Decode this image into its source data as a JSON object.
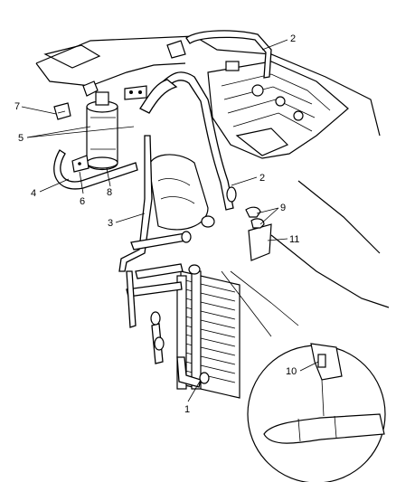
{
  "callouts": [
    {
      "id": "c1",
      "text": "1"
    },
    {
      "id": "c2a",
      "text": "2"
    },
    {
      "id": "c2b",
      "text": "2"
    },
    {
      "id": "c3",
      "text": "3"
    },
    {
      "id": "c4",
      "text": "4"
    },
    {
      "id": "c5",
      "text": "5"
    },
    {
      "id": "c6",
      "text": "6"
    },
    {
      "id": "c7",
      "text": "7"
    },
    {
      "id": "c8",
      "text": "8"
    },
    {
      "id": "c9",
      "text": "9"
    },
    {
      "id": "c10",
      "text": "10"
    },
    {
      "id": "c11",
      "text": "11"
    }
  ]
}
